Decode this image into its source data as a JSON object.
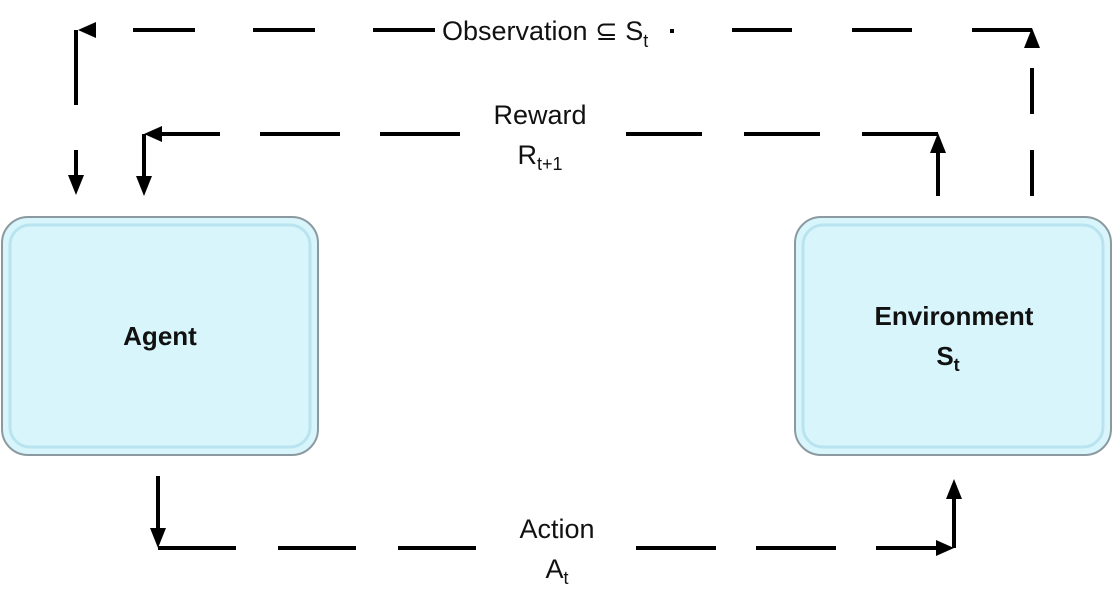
{
  "agent": {
    "label": "Agent"
  },
  "environment": {
    "label": "Environment",
    "state_main": "S",
    "state_sub": "t"
  },
  "observation": {
    "label": "Observation ⊆ S",
    "sub": "t"
  },
  "reward": {
    "label": "Reward",
    "symbol_main": "R",
    "symbol_sub": "t+1"
  },
  "action": {
    "label": "Action",
    "symbol_main": "A",
    "symbol_sub": "t"
  },
  "colors": {
    "box_fill": "#d8f5fc",
    "box_border": "#8a9aa0",
    "box_inner_border": "#b9e4ef",
    "line": "#000000"
  }
}
